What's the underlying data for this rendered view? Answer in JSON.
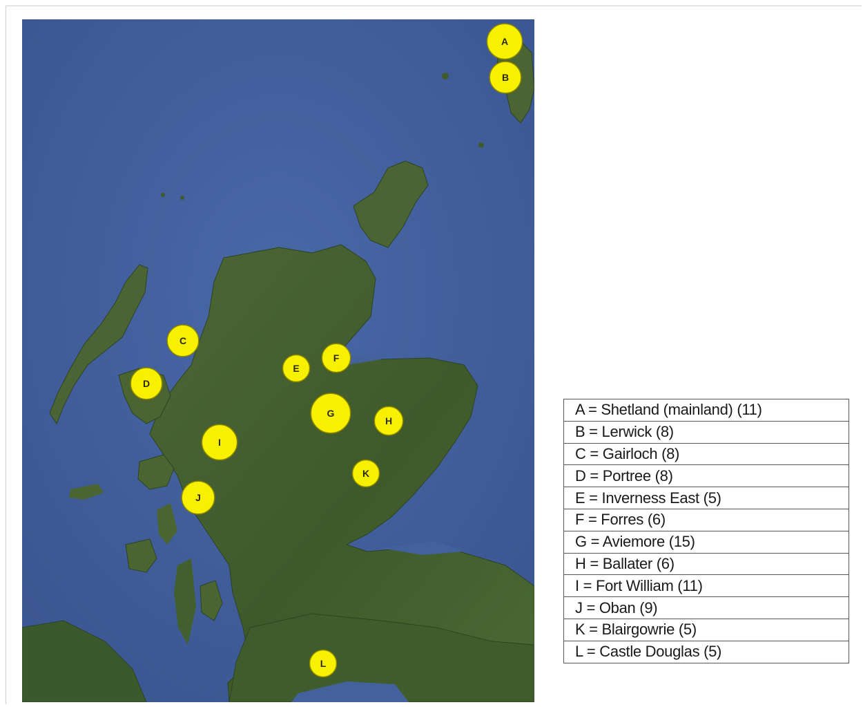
{
  "map": {
    "markers": [
      {
        "label": "A",
        "name": "Shetland (mainland)",
        "count": 11
      },
      {
        "label": "B",
        "name": "Lerwick",
        "count": 8
      },
      {
        "label": "C",
        "name": "Gairloch",
        "count": 8
      },
      {
        "label": "D",
        "name": "Portree",
        "count": 8
      },
      {
        "label": "E",
        "name": "Inverness East",
        "count": 5
      },
      {
        "label": "F",
        "name": "Forres",
        "count": 6
      },
      {
        "label": "G",
        "name": "Aviemore",
        "count": 15
      },
      {
        "label": "H",
        "name": "Ballater",
        "count": 6
      },
      {
        "label": "I",
        "name": "Fort William",
        "count": 11
      },
      {
        "label": "J",
        "name": "Oban",
        "count": 9
      },
      {
        "label": "K",
        "name": "Blairgowrie",
        "count": 5
      },
      {
        "label": "L",
        "name": "Castle Douglas",
        "count": 5
      }
    ],
    "colors": {
      "sea": "#43619c",
      "land": "#3f5a2c",
      "land_highlight": "#55703a",
      "marker_fill": "#f7f000",
      "marker_stroke": "#8a8600"
    }
  },
  "legend": {
    "rows": [
      "A = Shetland (mainland) (11)",
      "B = Lerwick (8)",
      "C = Gairloch (8)",
      "D = Portree (8)",
      "E = Inverness East (5)",
      "F = Forres (6)",
      "G = Aviemore (15)",
      "H = Ballater (6)",
      "I = Fort William (11)",
      "J = Oban (9)",
      "K = Blairgowrie (5)",
      "L = Castle Douglas (5)"
    ]
  }
}
